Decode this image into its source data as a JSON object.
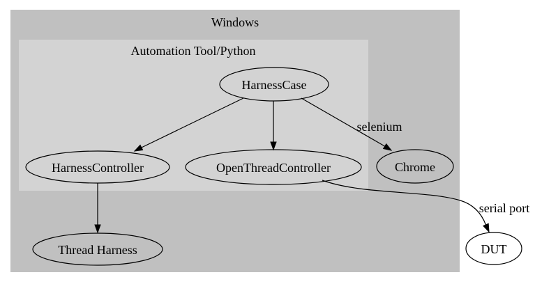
{
  "diagram": {
    "type": "graph",
    "clusters": [
      {
        "id": "windows",
        "label": "Windows"
      },
      {
        "id": "automation",
        "label": "Automation Tool/Python"
      }
    ],
    "nodes": [
      {
        "id": "harness-case",
        "label": "HarnessCase"
      },
      {
        "id": "harness-controller",
        "label": "HarnessController"
      },
      {
        "id": "open-thread-controller",
        "label": "OpenThreadController"
      },
      {
        "id": "chrome",
        "label": "Chrome"
      },
      {
        "id": "thread-harness",
        "label": "Thread Harness"
      },
      {
        "id": "dut",
        "label": "DUT"
      }
    ],
    "edges": [
      {
        "from": "HarnessCase",
        "to": "HarnessController",
        "label": ""
      },
      {
        "from": "HarnessCase",
        "to": "OpenThreadController",
        "label": ""
      },
      {
        "from": "HarnessCase",
        "to": "Chrome",
        "label": "selenium"
      },
      {
        "from": "HarnessController",
        "to": "Thread Harness",
        "label": ""
      },
      {
        "from": "OpenThreadController",
        "to": "DUT",
        "label": "serial port"
      }
    ]
  },
  "colors": {
    "background": "#ffffff",
    "outer_cluster_fill": "#c0c0c0",
    "inner_cluster_fill": "#d3d3d3",
    "node_stroke": "#000000",
    "edge_stroke": "#000000",
    "text": "#000000"
  }
}
